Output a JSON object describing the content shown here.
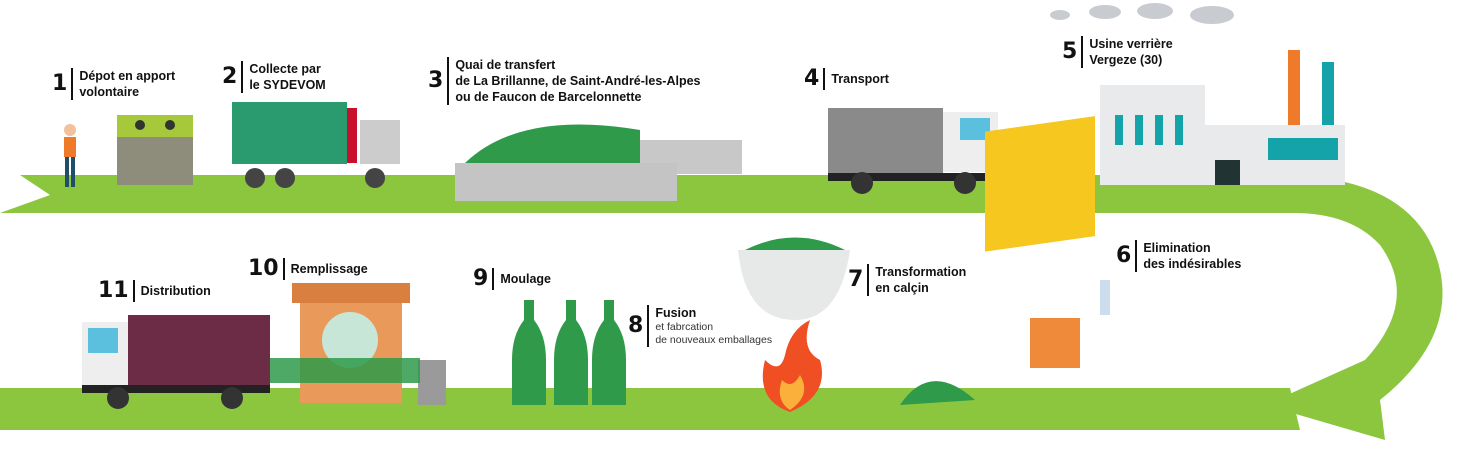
{
  "steps": [
    {
      "num": "1",
      "lines": [
        "Dépot en apport",
        "volontaire"
      ]
    },
    {
      "num": "2",
      "lines": [
        "Collecte par",
        "le SYDEVOM"
      ]
    },
    {
      "num": "3",
      "lines": [
        "Quai de transfert",
        "de La Brillanne, de Saint-André-les-Alpes",
        "ou de Faucon de Barcelonnette"
      ]
    },
    {
      "num": "4",
      "lines": [
        "Transport"
      ]
    },
    {
      "num": "5",
      "lines": [
        "Usine verrière",
        "Vergeze (30)"
      ]
    },
    {
      "num": "6",
      "lines": [
        "Elimination",
        "des indésirables"
      ]
    },
    {
      "num": "7",
      "lines": [
        "Transformation",
        "en calçin"
      ]
    },
    {
      "num": "8",
      "lines": [
        "Fusion"
      ],
      "sub": [
        "et fabrcation",
        "de nouveaux emballages"
      ]
    },
    {
      "num": "9",
      "lines": [
        "Moulage"
      ]
    },
    {
      "num": "10",
      "lines": [
        "Remplissage"
      ]
    },
    {
      "num": "11",
      "lines": [
        "Distribution"
      ]
    }
  ],
  "colors": {
    "band": "#8cc63f",
    "glass": "#2e9a4a",
    "truck_teal": "#2a9a6f",
    "factory_teal": "#13a3a8",
    "orange": "#ef8a3a",
    "yellow": "#f6c71e"
  }
}
